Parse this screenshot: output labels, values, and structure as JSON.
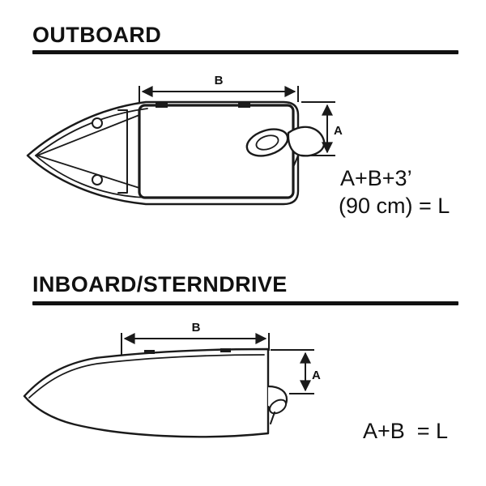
{
  "colors": {
    "ink": "#111111",
    "line": "#1a1a1a",
    "background": "#ffffff"
  },
  "outboard": {
    "title": "OUTBOARD",
    "dim_b_label": "B",
    "dim_a_label": "A",
    "formula_line1": "A+B+3’",
    "formula_line2": "(90 cm) = L"
  },
  "inboard": {
    "title": "INBOARD/STERNDRIVE",
    "dim_b_label": "B",
    "dim_a_label": "A",
    "formula": "A+B  = L"
  }
}
